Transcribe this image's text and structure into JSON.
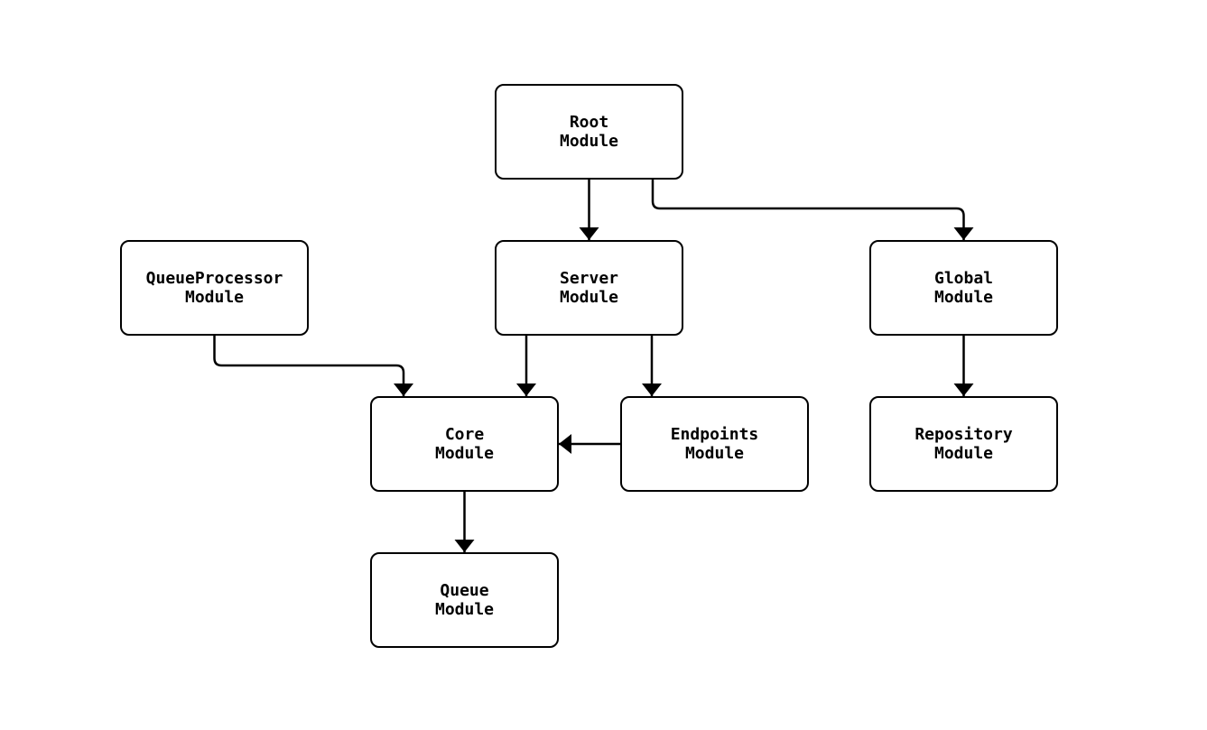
{
  "diagram": {
    "type": "flowchart",
    "background_color": "#ffffff",
    "stroke_color": "#000000",
    "node_fill_color": "#ffffff",
    "text_color": "#000000",
    "nodes": {
      "root": {
        "label": "Root\nModule"
      },
      "queue_processor": {
        "label": "QueueProcessor\nModule"
      },
      "server": {
        "label": "Server\nModule"
      },
      "global": {
        "label": "Global\nModule"
      },
      "core": {
        "label": "Core\nModule"
      },
      "endpoints": {
        "label": "Endpoints\nModule"
      },
      "repository": {
        "label": "Repository\nModule"
      },
      "queue": {
        "label": "Queue\nModule"
      }
    },
    "edges": [
      {
        "from": "root",
        "to": "server"
      },
      {
        "from": "root",
        "to": "global"
      },
      {
        "from": "queue_processor",
        "to": "core"
      },
      {
        "from": "server",
        "to": "core"
      },
      {
        "from": "server",
        "to": "endpoints"
      },
      {
        "from": "global",
        "to": "repository"
      },
      {
        "from": "endpoints",
        "to": "core"
      },
      {
        "from": "core",
        "to": "queue"
      }
    ]
  }
}
